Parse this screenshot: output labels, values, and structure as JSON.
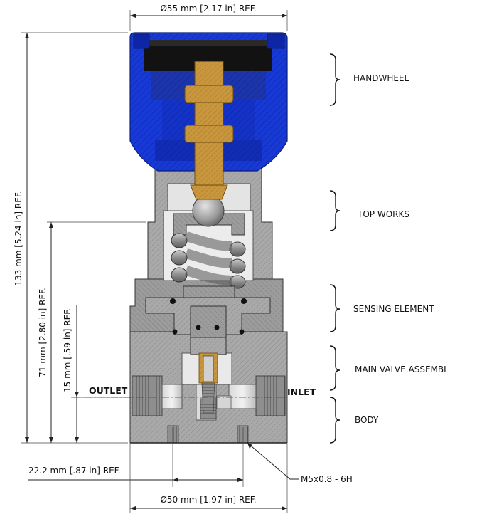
{
  "dimensions": {
    "top_diameter": "Ø55 mm [2.17 in] REF.",
    "overall_height": "133 mm [5.24 in] REF.",
    "mid_height": "71 mm [2.80 in] REF.",
    "port_height": "15 mm [.59 in] REF.",
    "hole_spacing": "22.2 mm [.87 in] REF.",
    "base_diameter": "Ø50 mm [1.97 in] REF.",
    "thread_callout": "M5x0.8 - 6H"
  },
  "ports": {
    "outlet": "OUTLET",
    "inlet": "INLET"
  },
  "sections": [
    {
      "label": "HANDWHEEL"
    },
    {
      "label": "TOP WORKS"
    },
    {
      "label": "SENSING ELEMENT"
    },
    {
      "label": "MAIN VALVE ASSEMBL"
    },
    {
      "label": "BODY"
    }
  ]
}
